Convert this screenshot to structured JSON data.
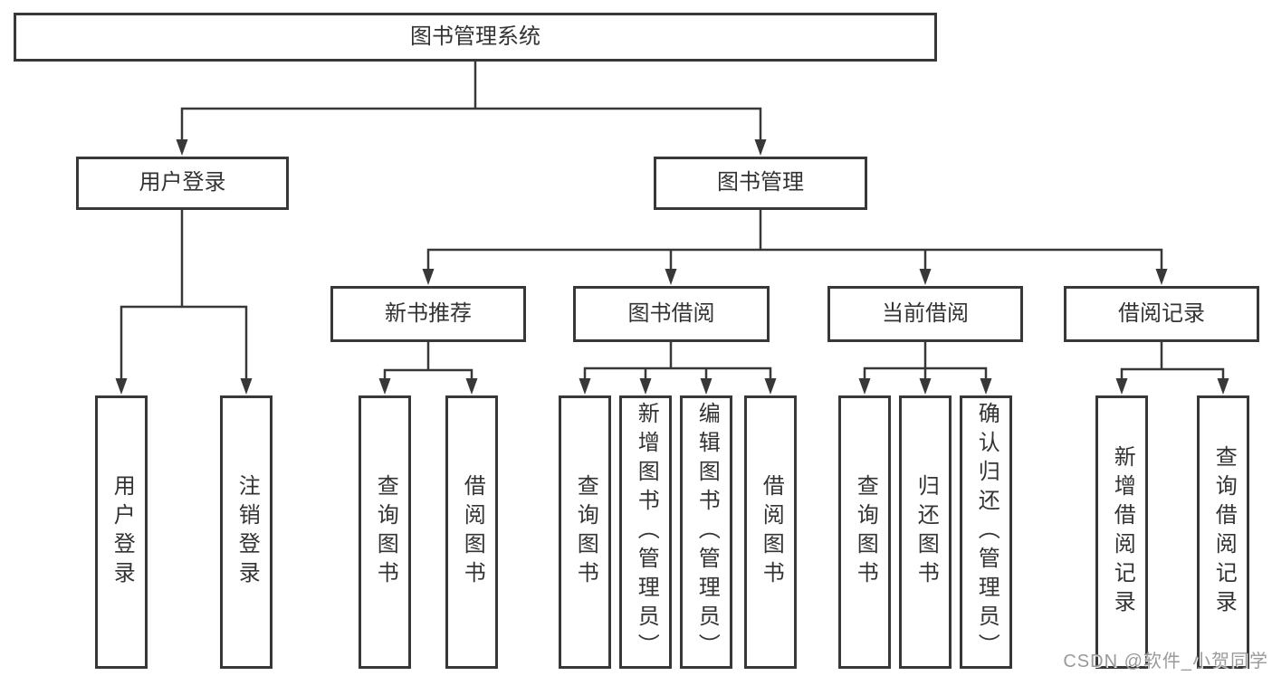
{
  "diagram": {
    "root": "图书管理系统",
    "level2": {
      "user_login": "用户登录",
      "book_management": "图书管理"
    },
    "user_login_children": {
      "login": "用户登录",
      "logout": "注销登录"
    },
    "book_management_children": {
      "new_book_recommend": "新书推荐",
      "book_borrowing": "图书借阅",
      "current_borrowing": "当前借阅",
      "borrowing_records": "借阅记录"
    },
    "new_book_recommend_children": {
      "query_book": "查询图书",
      "borrow_book": "借阅图书"
    },
    "book_borrowing_children": {
      "query_book": "查询图书",
      "add_book": "新增图书（管理员）",
      "edit_book": "编辑图书（管理员）",
      "borrow_book": "借阅图书"
    },
    "current_borrowing_children": {
      "query_book": "查询图书",
      "return_book": "归还图书",
      "confirm_return": "确认归还（管理员）"
    },
    "borrowing_records_children": {
      "add_record": "新增借阅记录",
      "query_record": "查询借阅记录"
    }
  },
  "watermark": "CSDN @软件_小贺同学",
  "colors": {
    "line": "#383838",
    "text": "#333333",
    "watermark": "#9a9a9a",
    "background": "#ffffff"
  }
}
